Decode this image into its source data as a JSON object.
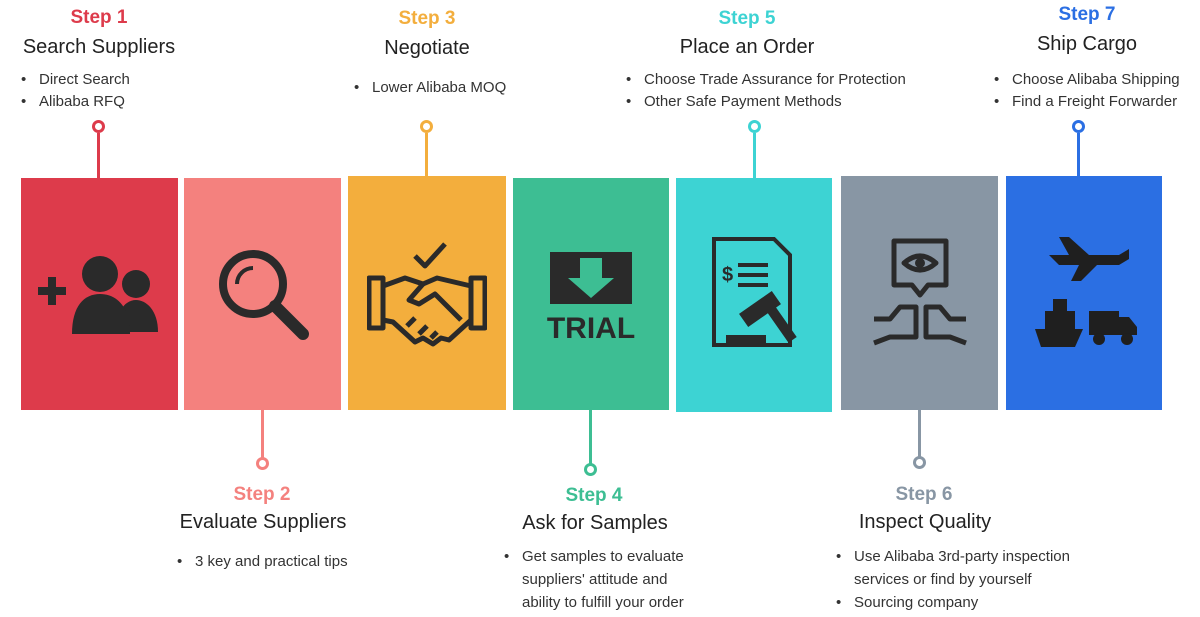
{
  "steps": [
    {
      "label": "Step 1",
      "title": "Search Suppliers",
      "bullets": [
        "Direct Search",
        "Alibaba RFQ"
      ],
      "color": "#DD3B4B",
      "icon": "add-users-icon"
    },
    {
      "label": "Step 2",
      "title": "Evaluate Suppliers",
      "bullets": [
        "3 key and practical tips"
      ],
      "color": "#F4817E",
      "icon": "magnifier-icon"
    },
    {
      "label": "Step 3",
      "title": "Negotiate",
      "bullets": [
        "Lower Alibaba MOQ"
      ],
      "color": "#F3AE3D",
      "icon": "handshake-icon"
    },
    {
      "label": "Step 4",
      "title": "Ask for Samples",
      "bullets": [
        "Get samples to evaluate",
        "suppliers' attitude and",
        "ability to fulfill your order"
      ],
      "color": "#3DBE93",
      "icon": "trial-icon",
      "icon_text": "TRIAL"
    },
    {
      "label": "Step 5",
      "title": "Place an Order",
      "bullets": [
        "Choose Trade Assurance for Protection",
        "Other Safe Payment Methods"
      ],
      "color": "#3DD3D3",
      "icon": "contract-gavel-icon"
    },
    {
      "label": "Step 6",
      "title": "Inspect Quality",
      "bullets": [
        "Use Alibaba 3rd-party inspection services or find by yourself",
        "Sourcing company"
      ],
      "color": "#8896A4",
      "icon": "inspection-icon"
    },
    {
      "label": "Step 7",
      "title": "Ship Cargo",
      "bullets": [
        "Choose Alibaba Shipping",
        "Find a Freight Forwarder"
      ],
      "color": "#2B6FE3",
      "icon": "shipping-icon"
    }
  ]
}
